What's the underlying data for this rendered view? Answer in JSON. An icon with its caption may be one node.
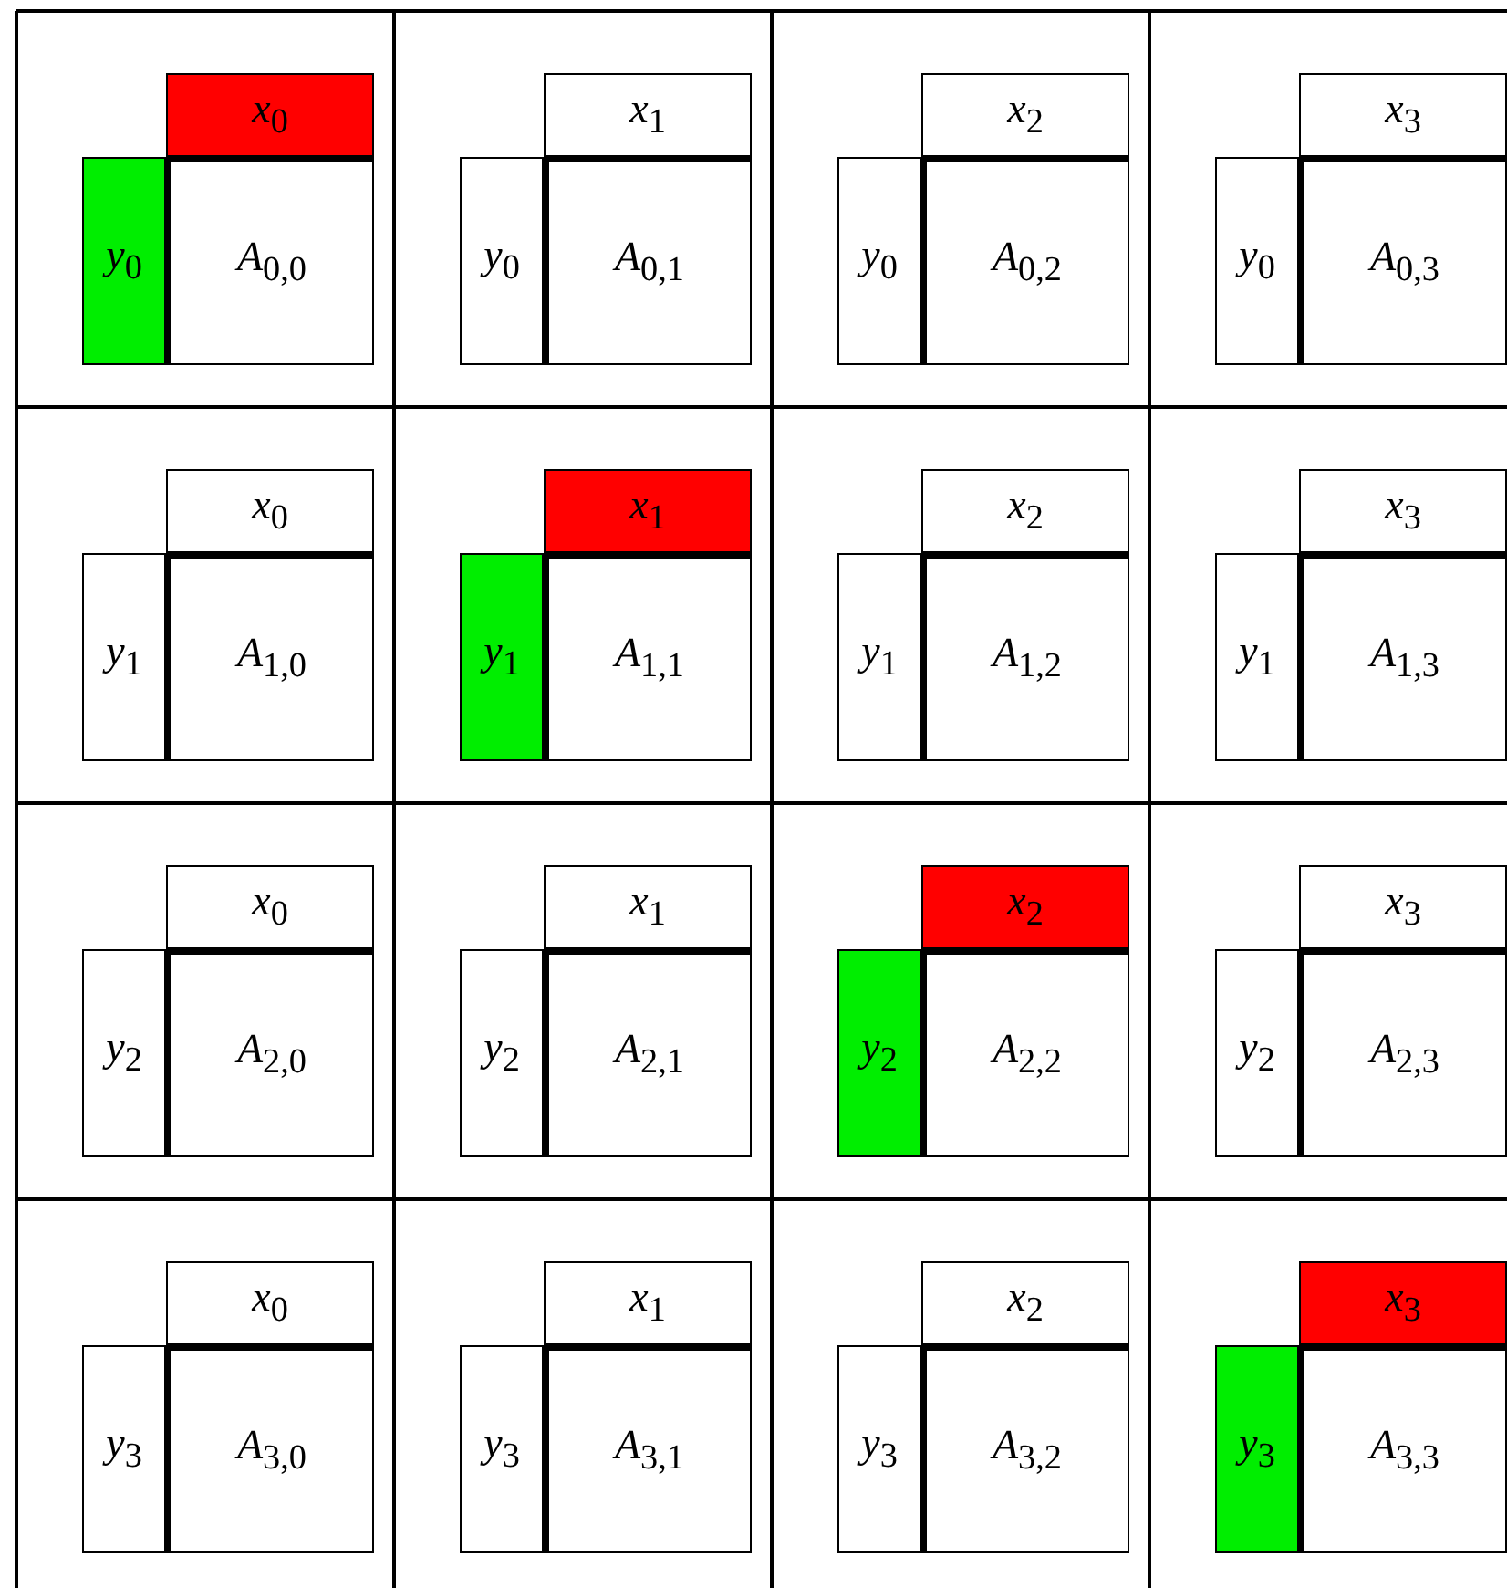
{
  "diagram": {
    "nodes": [
      {
        "text": [
          "*x*$_{0}$"
        ]
      },
      {
        "text": [
          "*y*$_{0}$"
        ]
      },
      {
        "text": [
          "*A*$_{0,0}$"
        ]
      },
      {
        "text": [
          "*x*$_{1}$"
        ]
      },
      {
        "text": [
          "*y*$_{0}$"
        ]
      },
      {
        "text": [
          "*A*$_{0,1}$"
        ]
      },
      {
        "text": [
          "*x*$_{2}$"
        ]
      },
      {
        "text": [
          "*y*$_{0}$"
        ]
      },
      {
        "text": [
          "*A*$_{0,2}$"
        ]
      },
      {
        "text": [
          "*x*$_{3}$"
        ]
      },
      {
        "text": [
          "*y*$_{0}$"
        ]
      },
      {
        "text": [
          "*A*$_{0,3}$"
        ]
      },
      {
        "text": [
          "*x*$_{0}$"
        ]
      },
      {
        "text": [
          "*y*$_{1}$"
        ]
      },
      {
        "text": [
          "*A*$_{1,0}$"
        ]
      },
      {
        "text": [
          "*x*$_{1}$"
        ]
      },
      {
        "text": [
          "*y*$_{1}$"
        ]
      },
      {
        "text": [
          "*A*$_{1,1}$"
        ]
      },
      {
        "text": [
          "*x*$_{2}$"
        ]
      },
      {
        "text": [
          "*y*$_{1}$"
        ]
      },
      {
        "text": [
          "*A*$_{1,2}$"
        ]
      },
      {
        "text": [
          "*x*$_{3}$"
        ]
      },
      {
        "text": [
          "*y*$_{1}$"
        ]
      },
      {
        "text": [
          "*A*$_{1,3}$"
        ]
      },
      {
        "text": [
          "*x*$_{0}$"
        ]
      },
      {
        "text": [
          "*y*$_{2}$"
        ]
      },
      {
        "text": [
          "*A*$_{2,0}$"
        ]
      },
      {
        "text": [
          "*x*$_{1}$"
        ]
      },
      {
        "text": [
          "*y*$_{2}$"
        ]
      },
      {
        "text": [
          "*A*$_{2,1}$"
        ]
      },
      {
        "text": [
          "*x*$_{2}$"
        ]
      },
      {
        "text": [
          "*y*$_{2}$"
        ]
      },
      {
        "text": [
          "*A*$_{2,2}$"
        ]
      },
      {
        "text": [
          "*x*$_{3}$"
        ]
      },
      {
        "text": [
          "*y*$_{2}$"
        ]
      },
      {
        "text": [
          "*A*$_{2,3}$"
        ]
      },
      {
        "text": [
          "*x*$_{0}$"
        ]
      },
      {
        "text": [
          "*y*$_{3}$"
        ]
      },
      {
        "text": [
          "*A*$_{3,0}$"
        ]
      },
      {
        "text": [
          "*x*$_{1}$"
        ]
      },
      {
        "text": [
          "*y*$_{3}$"
        ]
      },
      {
        "text": [
          "*A*$_{3,1}$"
        ]
      },
      {
        "text": [
          "*x*$_{2}$"
        ]
      },
      {
        "text": [
          "*y*$_{3}$"
        ]
      },
      {
        "text": [
          "*A*$_{3,2}$"
        ]
      },
      {
        "text": [
          "*x*$_{3}$"
        ]
      },
      {
        "text": [
          "*y*$_{3}$"
        ]
      },
      {
        "text": [
          "*A*$_{3,3}$"
        ]
      }
    ]
  }
}
